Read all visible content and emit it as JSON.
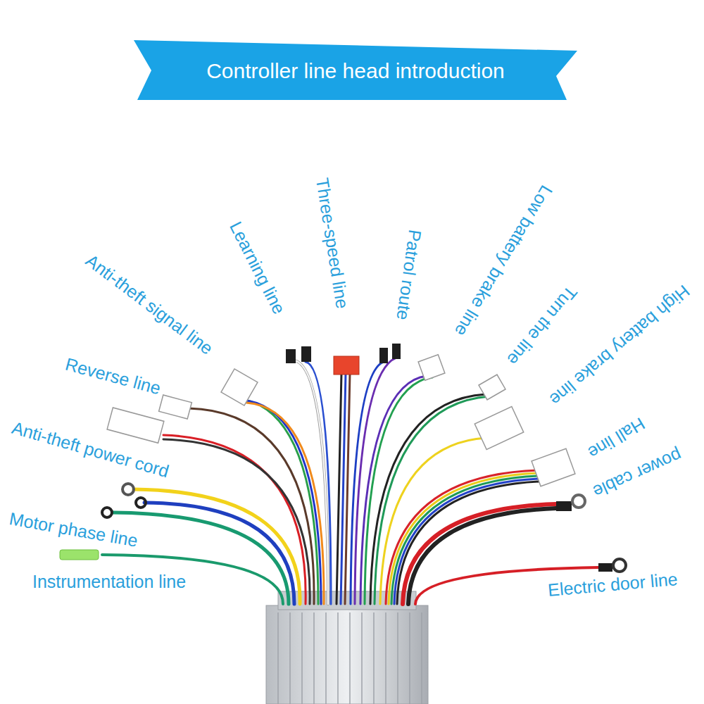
{
  "diagram": {
    "title": "Controller line head introduction",
    "labels": [
      "Learning line",
      "Three-speed line",
      "Patrol route",
      "Low battery brake line",
      "Turn the line",
      "High battery brake line",
      "Hall line",
      "power cable",
      "Electric door line",
      "Instrumentation line",
      "Motor phase line",
      "Anti-theft power cord",
      "Reverse line",
      "Anti-theft signal line"
    ]
  }
}
